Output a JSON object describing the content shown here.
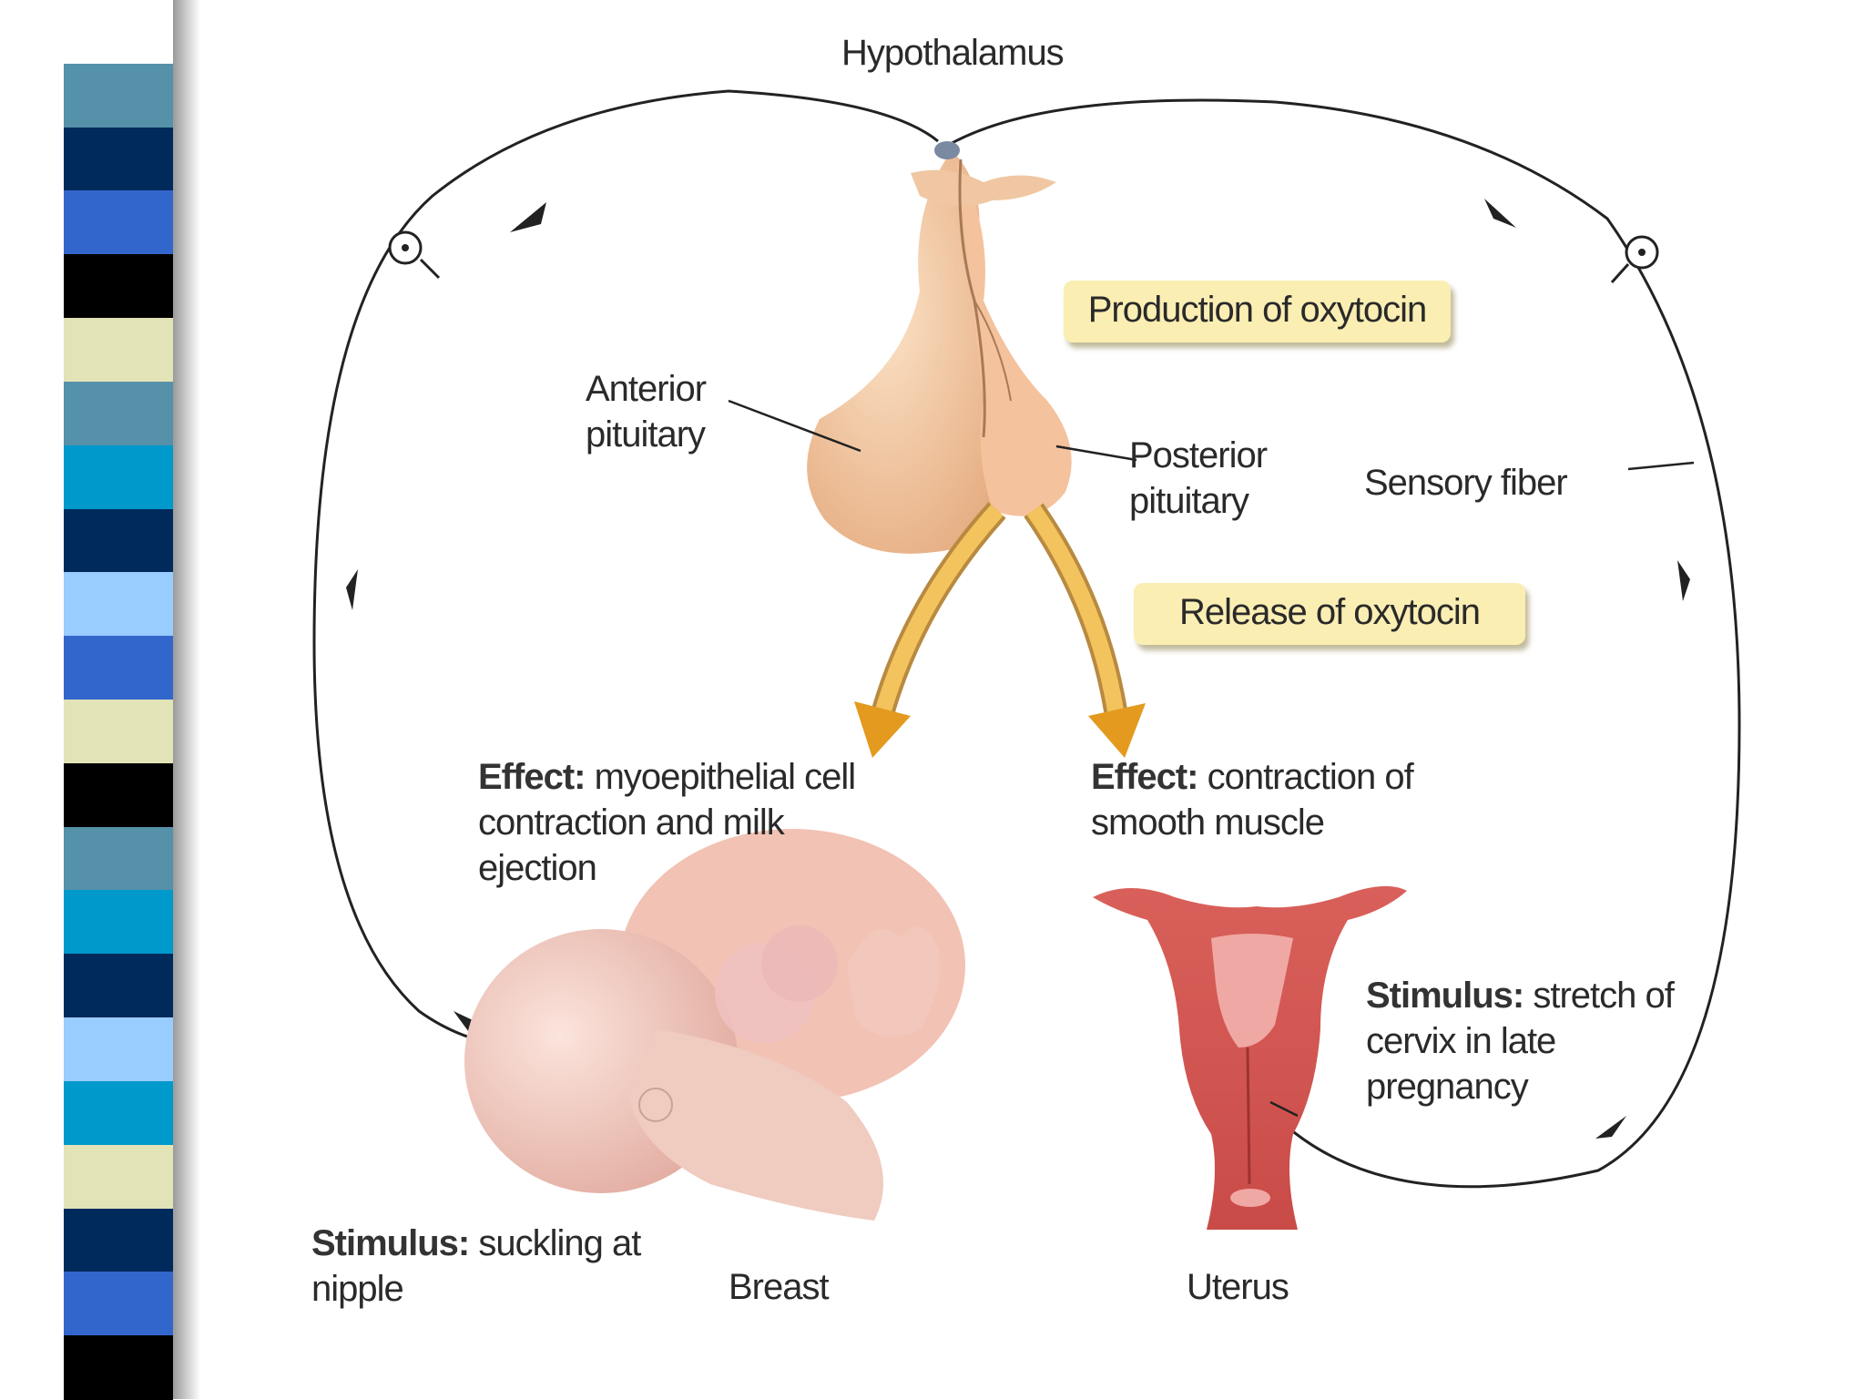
{
  "stripe": {
    "colors": [
      "#ffffff",
      "#5591a8",
      "#002a5c",
      "#3366cc",
      "#000000",
      "#e3e3b8",
      "#5591a8",
      "#0099cc",
      "#002a5c",
      "#99ccff",
      "#3366cc",
      "#e3e3b8",
      "#000000",
      "#5591a8",
      "#0099cc",
      "#002a5c",
      "#99ccff",
      "#0099cc",
      "#e3e3b8",
      "#002a5c",
      "#3366cc",
      "#000000"
    ]
  },
  "labels": {
    "hypothalamus": "Hypothalamus",
    "anterior_pituitary": "Anterior pituitary",
    "posterior_pituitary": "Posterior pituitary",
    "sensory_fiber": "Sensory fiber",
    "production": "Production of oxytocin",
    "release": "Release of oxytocin",
    "breast_effect_bold": "Effect:",
    "breast_effect_text": "myoepithelial cell contraction and milk ejection",
    "uterus_effect_bold": "Effect:",
    "uterus_effect_text": "contraction of smooth muscle",
    "uterus_stimulus_bold": "Stimulus:",
    "uterus_stimulus_text": "stretch of cervix in late pregnancy",
    "breast_stimulus_bold": "Stimulus:",
    "breast_stimulus_text": "suckling at nipple",
    "breast": "Breast",
    "uterus": "Uterus"
  },
  "colors": {
    "gland": "#f5c9a3",
    "arrow": "#e8a020",
    "uterus": "#d9605a",
    "baby": "#f2c8c0",
    "label_box": "#fbeeb3"
  }
}
